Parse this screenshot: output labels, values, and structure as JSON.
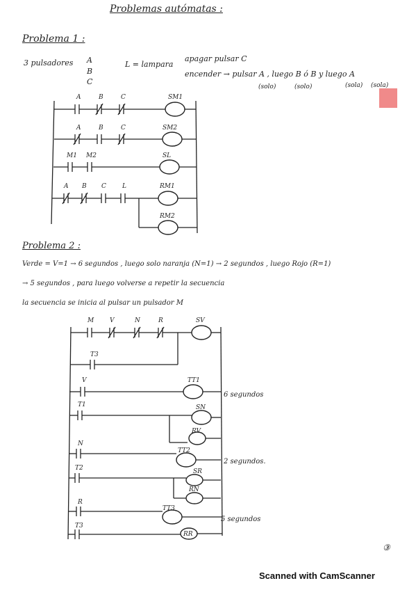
{
  "page": {
    "title": "Problemas autómatas :",
    "page_number": "③",
    "scanner_label": "Scanned with CamScanner",
    "accent_color": "#f08a8a"
  },
  "problem1": {
    "heading": "Problema 1 :",
    "inputs_label": "3 pulsadores",
    "inputs": [
      "A",
      "B",
      "C"
    ],
    "lamp_label": "L = lampara",
    "conditions": [
      "apagar pulsar C",
      "encender → pulsar A , luego B   ó  B y luego A"
    ],
    "condition_notes": [
      "(solo)",
      "(solo)",
      "(sola)",
      "(sola)"
    ],
    "rungs": [
      {
        "contacts": [
          "A",
          "B",
          "C"
        ],
        "coil": "SM1"
      },
      {
        "contacts": [
          "A",
          "B",
          "C"
        ],
        "coil": "SM2"
      },
      {
        "contacts": [
          "M1",
          "M2"
        ],
        "coil": "SL"
      },
      {
        "contacts": [
          "A",
          "B",
          "C",
          "L"
        ],
        "coils": [
          "RM1",
          "RM2"
        ]
      }
    ]
  },
  "problem2": {
    "heading": "Problema 2 :",
    "text_lines": [
      "Verde = V=1  → 6 segundos , luego solo naranja (N=1) → 2 segundos , luego Rojo (R=1)",
      "→ 5 segundos , para luego volverse a repetir la secuencia",
      "la secuencia se inicia al pulsar un pulsador M"
    ],
    "rungs": [
      {
        "contacts": [
          "M",
          "V",
          "N",
          "R"
        ],
        "coil": "SV"
      },
      {
        "contacts": [
          "T3"
        ]
      },
      {
        "contacts": [
          "V"
        ],
        "coil": "TT1",
        "note": "6 segundos"
      },
      {
        "contacts": [
          "T1"
        ],
        "coils": [
          "SN",
          "RV"
        ]
      },
      {
        "contacts": [
          "N"
        ],
        "coil": "TT2",
        "note": "2 segundos."
      },
      {
        "contacts": [
          "T2"
        ],
        "coils": [
          "SR",
          "RN"
        ]
      },
      {
        "contacts": [
          "R"
        ],
        "coil": "TT3",
        "note": "5 segundos"
      },
      {
        "contacts": [
          "T3"
        ],
        "coil": "RR"
      }
    ]
  }
}
